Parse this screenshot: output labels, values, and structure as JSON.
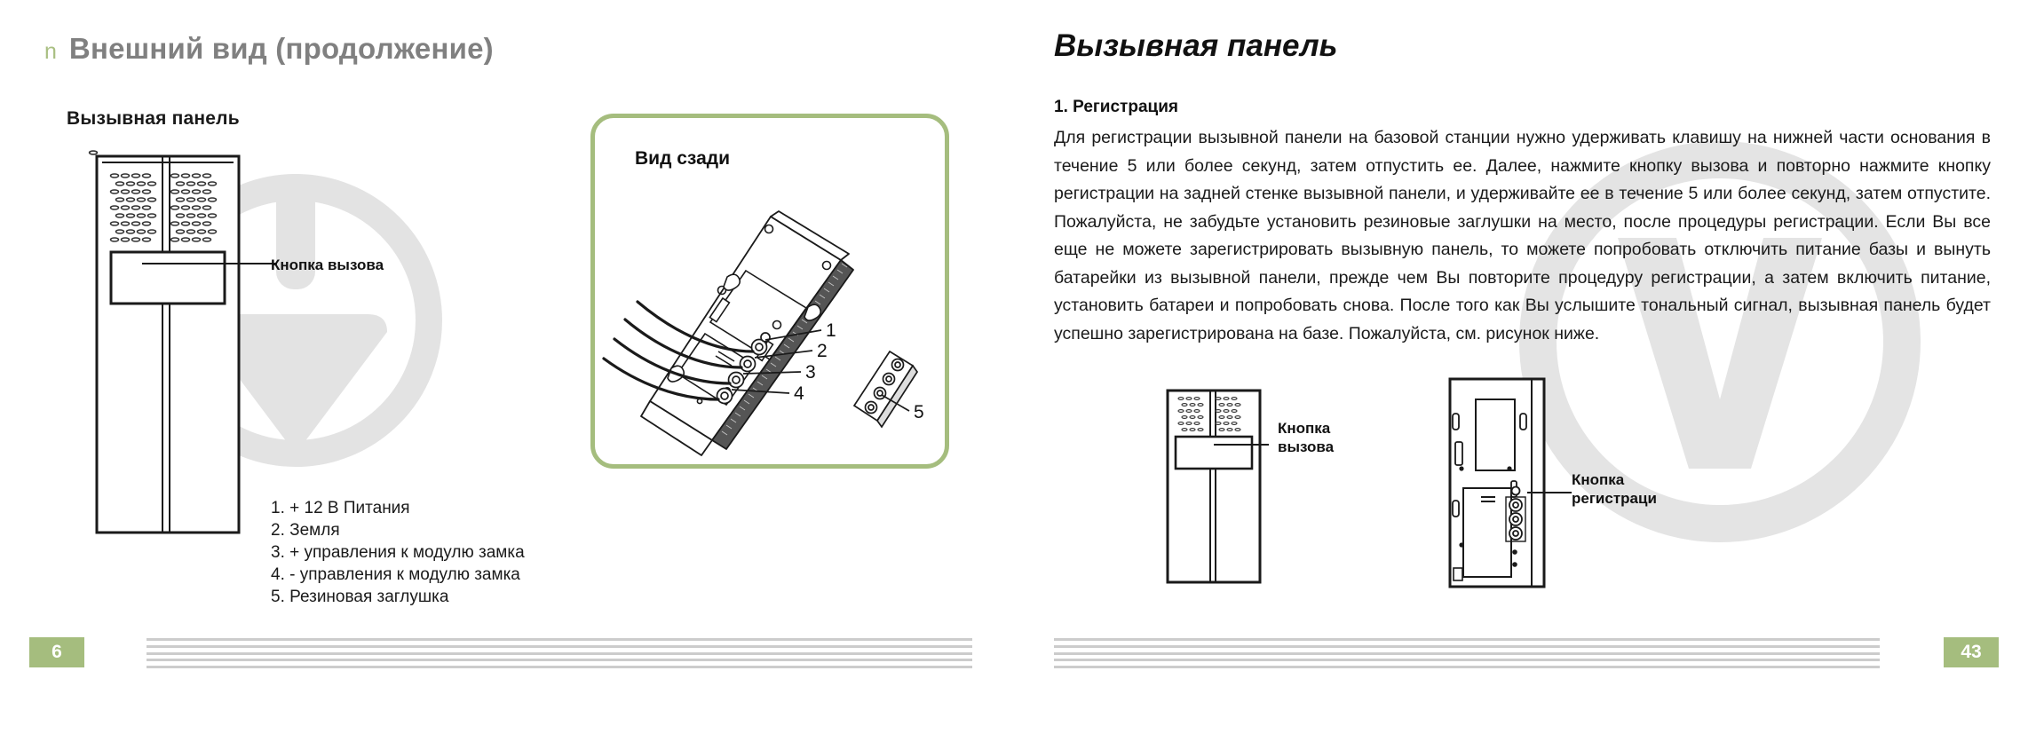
{
  "left_page": {
    "chapter_bullet": "n",
    "chapter_title": "Внешний вид (продолжение)",
    "sub_head": "Вызывная панель",
    "front_figure": {
      "callout_label": "Кнопка вызова"
    },
    "back_box": {
      "title": "Вид сзади",
      "callouts": [
        "1",
        "2",
        "3",
        "4",
        "5"
      ]
    },
    "legend": [
      "1. + 12 В Питания",
      "2. Земля",
      "3. + управления к модулю замка",
      "4. - управления к модулю замка",
      "5. Резиновая заглушка"
    ],
    "page_number": "6"
  },
  "right_page": {
    "title": "Вызывная панель",
    "section_head": "1. Регистрация",
    "body": "Для регистрации вызывной панели на базовой станции нужно удерживать клавишу на нижней части основания в течение 5 или более секунд, затем отпустить ее. Далее, нажмите кнопку вызова и повторно нажмите кнопку регистрации на задней стенке вызывной панели, и удерживайте ее в течение 5 или более секунд, затем отпустите. Пожалуйста, не забудьте установить резиновые заглушки на место, после процедуры регистрации. Если Вы все еще не можете зарегистрировать вызывную панель, то можете попробовать отключить питание базы и вынуть батарейки из вызывной панели, прежде чем Вы повторите процедуру регистрации, а затем включить питание, установить батареи и попробовать снова. После того как Вы услышите тональный сигнал, вызывная панель будет успешно зарегистрирована на базе. Пожалуйста, см. рисунок ниже.",
    "front_figure": {
      "callout_label_line1": "Кнопка",
      "callout_label_line2": "вызова"
    },
    "back_figure": {
      "callout_label_line1": "Кнопка",
      "callout_label_line2": "регистраци"
    },
    "page_number": "43"
  },
  "colors": {
    "accent_green": "#a5bd7e",
    "header_gray": "#808080",
    "rule_gray": "#cccccc",
    "watermark_gray": "#e2e2e2"
  }
}
